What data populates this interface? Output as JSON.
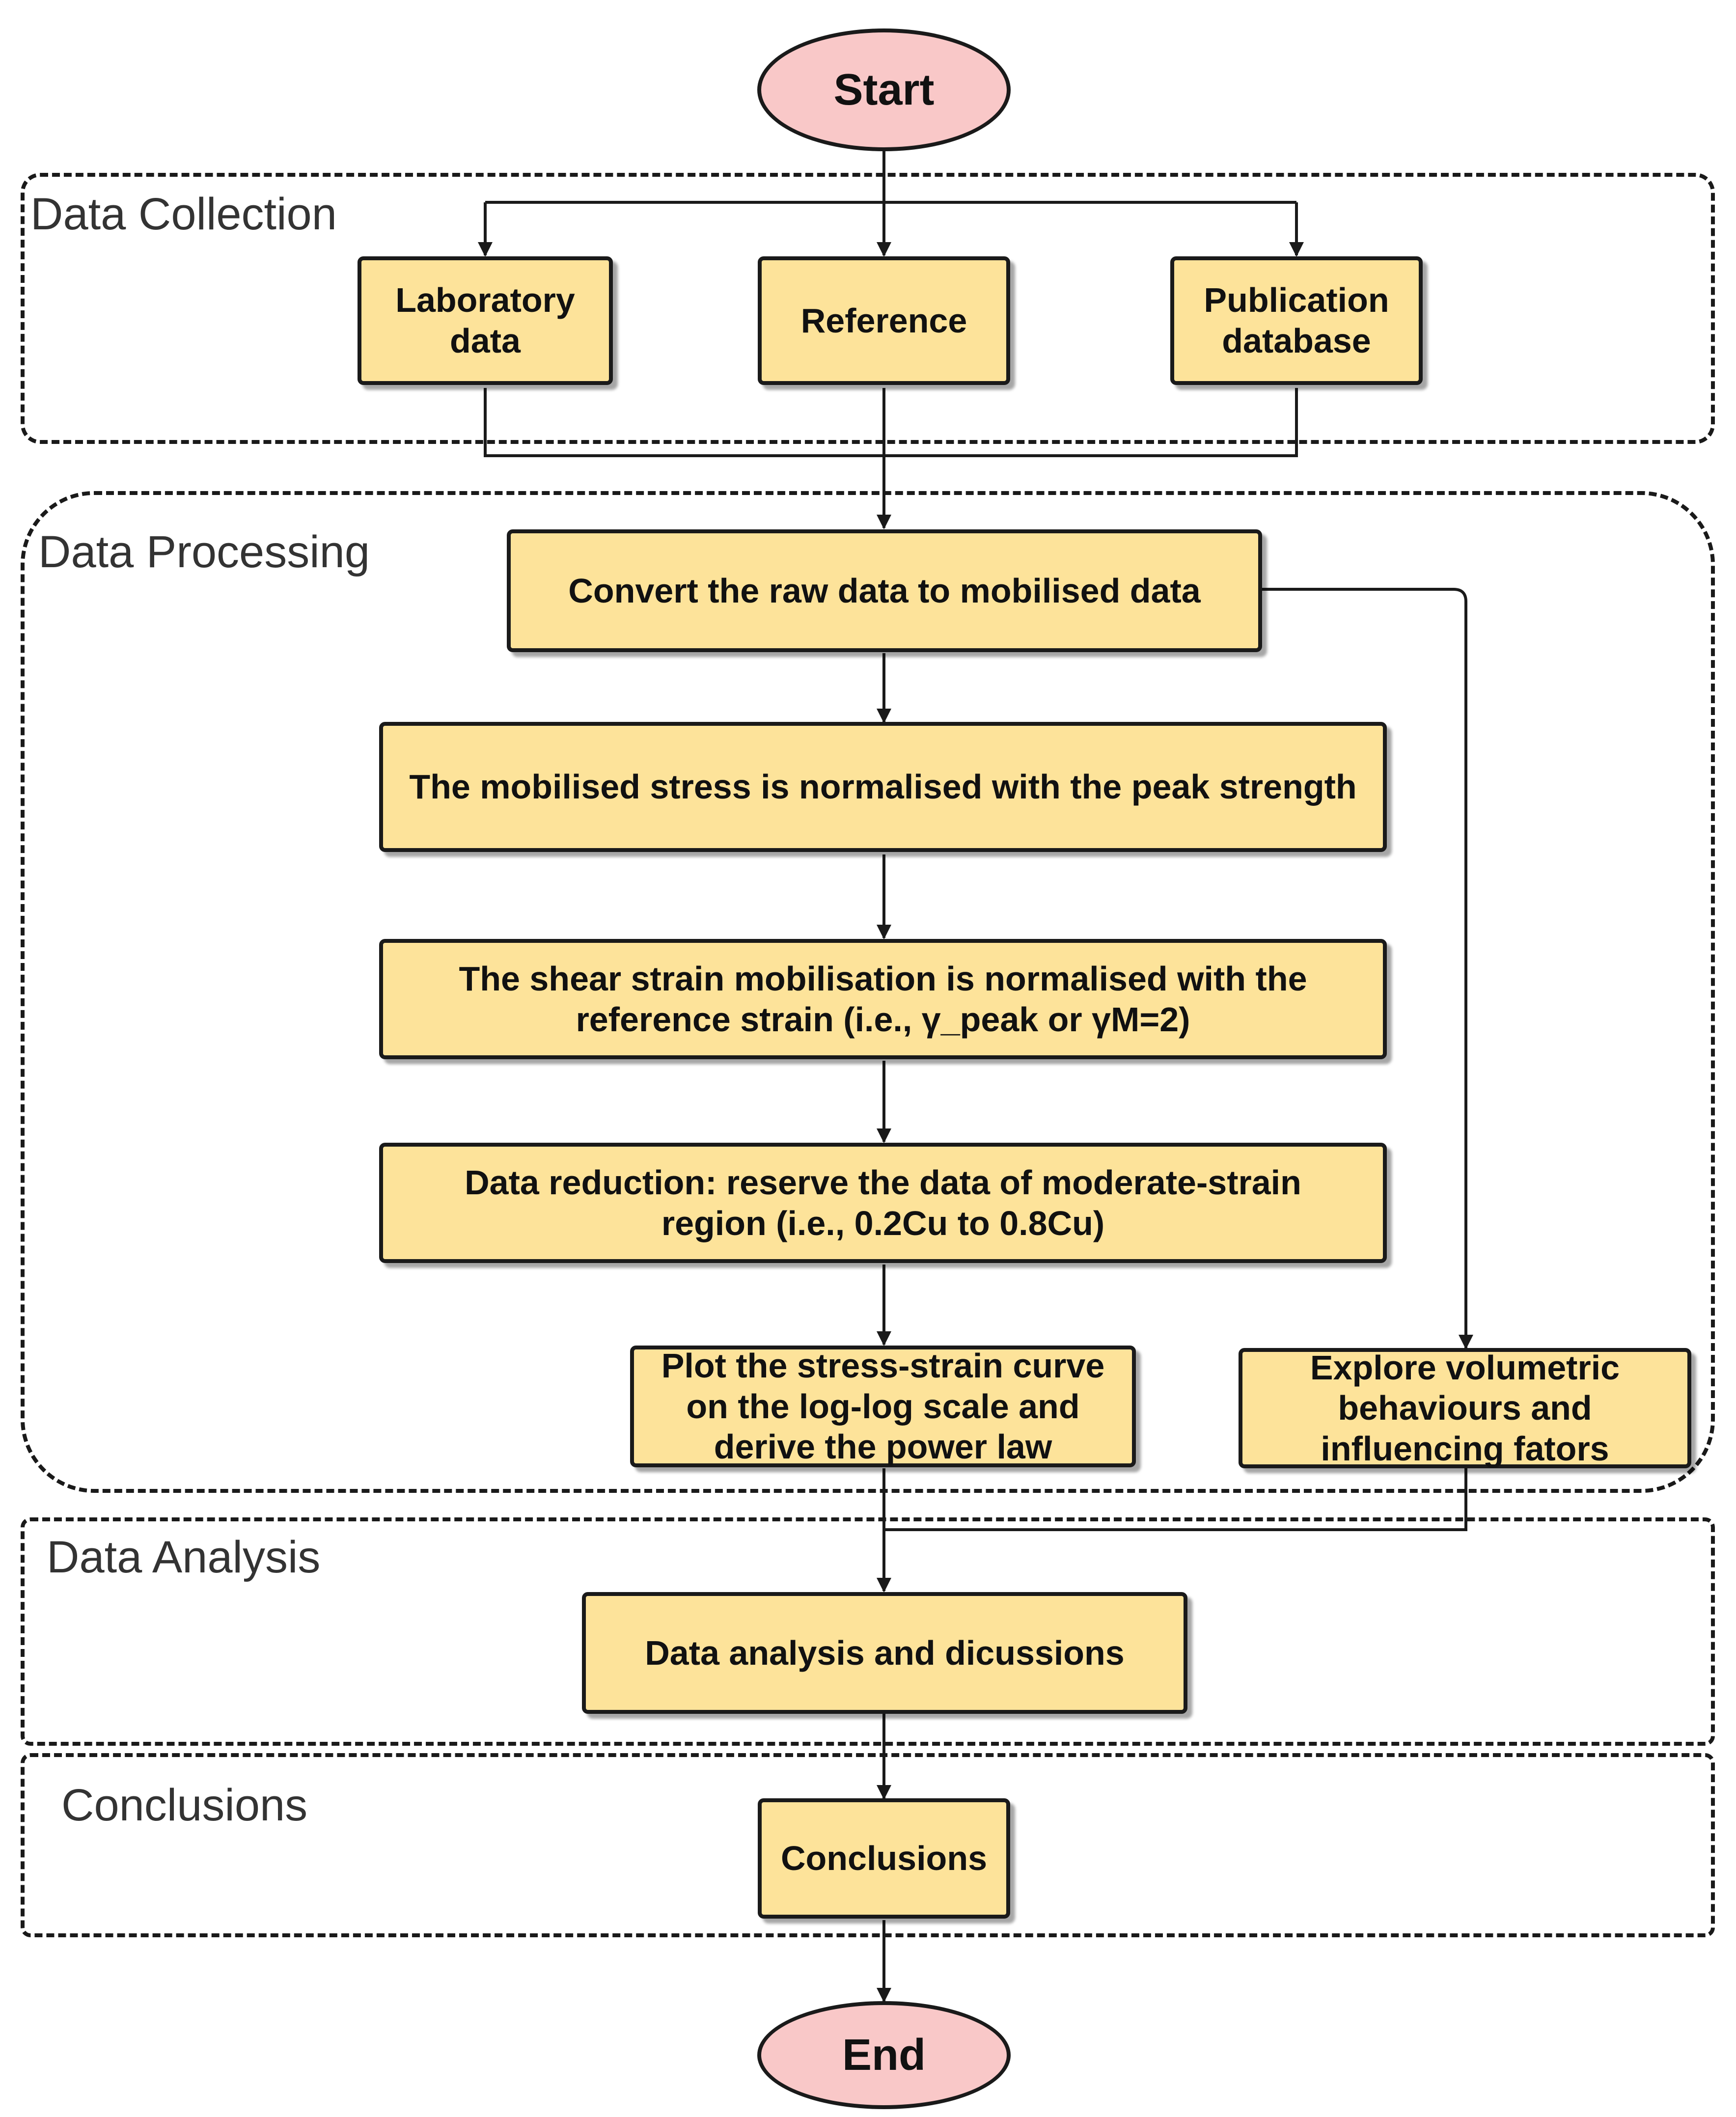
{
  "terminals": {
    "start": "Start",
    "end": "End"
  },
  "groups": {
    "collection": "Data Collection",
    "processing": "Data Processing",
    "analysis": "Data Analysis",
    "conclusions": "Conclusions"
  },
  "steps": {
    "laboratory": "Laboratory data",
    "reference": "Reference",
    "publication": "Publication database",
    "convert": "Convert the raw data to mobilised data",
    "normalise_stress": "The mobilised stress is normalised with the peak strength",
    "normalise_strain": "The shear strain mobilisation is normalised with the reference strain (i.e., γ_peak or γM=2)",
    "reduction": "Data reduction: reserve the data of moderate-strain region (i.e., 0.2Cu to 0.8Cu)",
    "plot": "Plot the stress-strain curve on the log-log scale and derive the power law",
    "explore": "Explore volumetric behaviours and influencing fators",
    "analysis": "Data analysis and dicussions",
    "conclusions": "Conclusions"
  },
  "colors": {
    "process_fill": "#fde39a",
    "terminal_fill": "#f9c8c8",
    "line": "#1a1a1a"
  }
}
